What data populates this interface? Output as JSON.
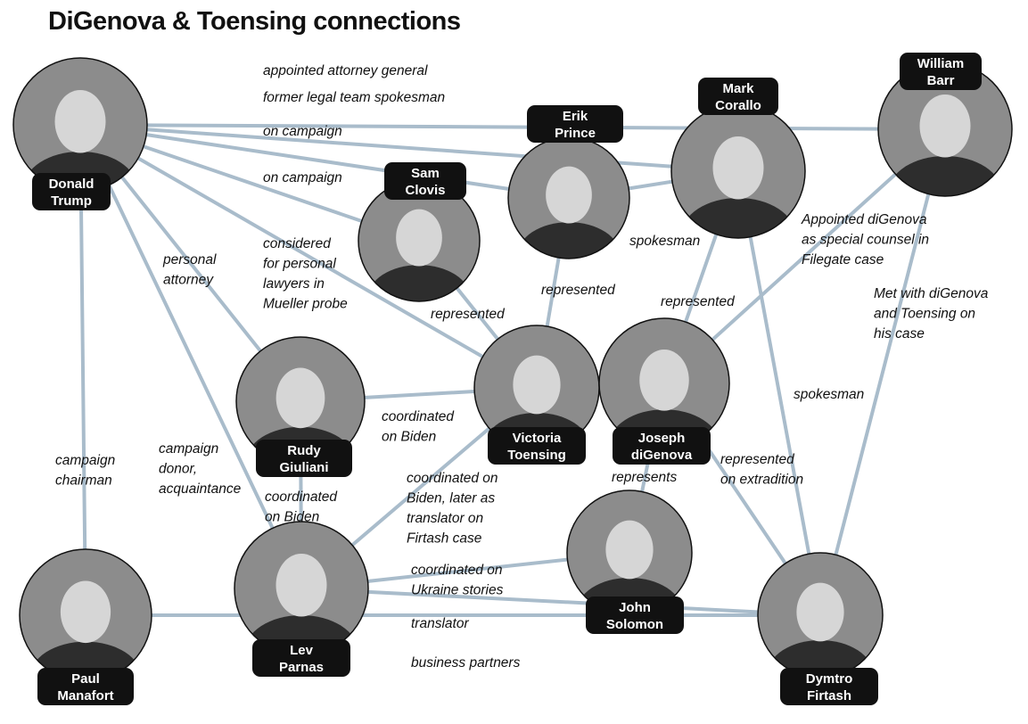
{
  "title": "DiGenova & Toensing connections",
  "colors": {
    "edge": "#a9bccb",
    "label_box": "#111111",
    "label_text": "#ffffff"
  },
  "nodes": [
    {
      "id": "trump",
      "name": [
        "Donald",
        "Trump"
      ]
    },
    {
      "id": "barr",
      "name": [
        "William",
        "Barr"
      ]
    },
    {
      "id": "corallo",
      "name": [
        "Mark",
        "Corallo"
      ]
    },
    {
      "id": "prince",
      "name": [
        "Erik",
        "Prince"
      ]
    },
    {
      "id": "clovis",
      "name": [
        "Sam",
        "Clovis"
      ]
    },
    {
      "id": "giuliani",
      "name": [
        "Rudy",
        "Giuliani"
      ]
    },
    {
      "id": "toensing",
      "name": [
        "Victoria",
        "Toensing"
      ]
    },
    {
      "id": "digenova",
      "name": [
        "Joseph",
        "diGenova"
      ]
    },
    {
      "id": "solomon",
      "name": [
        "John",
        "Solomon"
      ]
    },
    {
      "id": "parnas",
      "name": [
        "Lev",
        "Parnas"
      ]
    },
    {
      "id": "manafort",
      "name": [
        "Paul",
        "Manafort"
      ]
    },
    {
      "id": "firtash",
      "name": [
        "Dymtro",
        "Firtash"
      ]
    }
  ],
  "edges": [
    {
      "from": "trump",
      "to": "barr",
      "label": [
        "appointed attorney general"
      ]
    },
    {
      "from": "trump",
      "to": "corallo",
      "label": [
        "former legal team spokesman"
      ]
    },
    {
      "from": "trump",
      "to": "prince",
      "label": [
        "on campaign"
      ]
    },
    {
      "from": "trump",
      "to": "clovis",
      "label": [
        "on campaign"
      ]
    },
    {
      "from": "trump",
      "to": "toensing",
      "label": [
        "considered",
        "for personal",
        "lawyers in",
        "Mueller probe"
      ]
    },
    {
      "from": "trump",
      "to": "giuliani",
      "label": [
        "personal",
        "attorney"
      ]
    },
    {
      "from": "trump",
      "to": "parnas",
      "label": [
        "campaign",
        "donor,",
        "acquaintance"
      ]
    },
    {
      "from": "trump",
      "to": "manafort",
      "label": [
        "campaign",
        "chairman"
      ]
    },
    {
      "from": "clovis",
      "to": "toensing",
      "label": [
        "represented"
      ]
    },
    {
      "from": "prince",
      "to": "toensing",
      "label": [
        "represented"
      ]
    },
    {
      "from": "prince",
      "to": "corallo",
      "label": [
        "spokesman"
      ]
    },
    {
      "from": "corallo",
      "to": "digenova",
      "label": [
        "represented"
      ]
    },
    {
      "from": "corallo",
      "to": "firtash",
      "label": [
        "spokesman"
      ]
    },
    {
      "from": "barr",
      "to": "digenova",
      "label": [
        "Appointed diGenova",
        "as special counsel in",
        "Filegate case"
      ]
    },
    {
      "from": "barr",
      "to": "firtash",
      "label": [
        "Met with diGenova",
        "and Toensing on",
        "his case"
      ]
    },
    {
      "from": "giuliani",
      "to": "toensing",
      "label": [
        "coordinated",
        "on Biden"
      ]
    },
    {
      "from": "giuliani",
      "to": "parnas",
      "label": [
        "coordinated",
        "on Biden"
      ]
    },
    {
      "from": "toensing",
      "to": "parnas",
      "label": [
        "coordinated on",
        "Biden, later as",
        "translator on",
        "Firtash case"
      ]
    },
    {
      "from": "digenova",
      "to": "solomon",
      "label": [
        "represents"
      ]
    },
    {
      "from": "digenova",
      "to": "firtash",
      "label": [
        "represented",
        "on extradition"
      ]
    },
    {
      "from": "parnas",
      "to": "solomon",
      "label": [
        "coordinated on",
        "Ukraine stories"
      ]
    },
    {
      "from": "parnas",
      "to": "firtash",
      "label": [
        "translator"
      ]
    },
    {
      "from": "manafort",
      "to": "firtash",
      "label": [
        "business partners"
      ]
    }
  ]
}
